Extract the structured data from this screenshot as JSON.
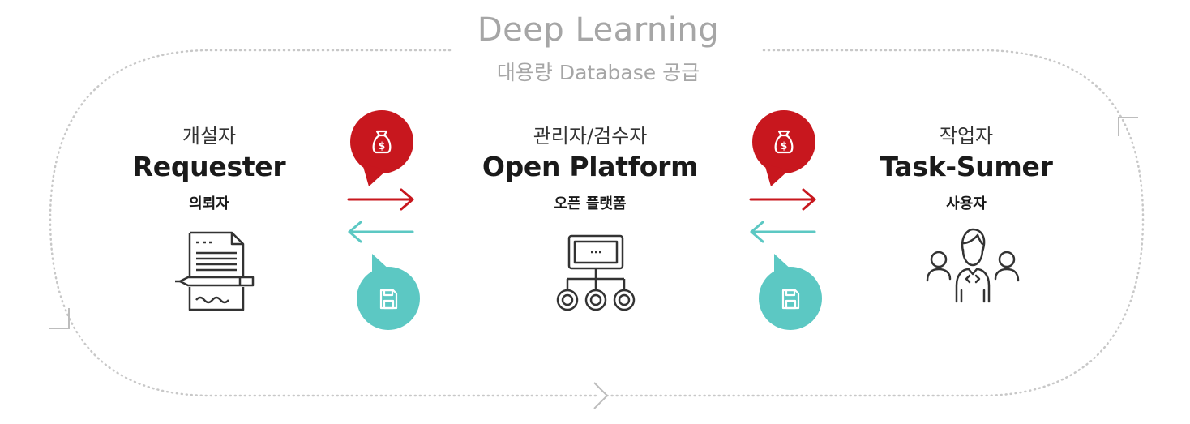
{
  "header": {
    "title": "Deep Learning",
    "subtitle": "대용량 Database 공급"
  },
  "nodes": [
    {
      "id": "requester",
      "korean_title": "개설자",
      "english_title": "Requester",
      "subtitle": "의뢰자",
      "icon": "document-pen-icon"
    },
    {
      "id": "open-platform",
      "korean_title": "관리자/검수자",
      "english_title": "Open Platform",
      "subtitle": "오픈 플랫폼",
      "icon": "network-hierarchy-icon"
    },
    {
      "id": "task-sumer",
      "korean_title": "작업자",
      "english_title": "Task-Sumer",
      "subtitle": "사용자",
      "icon": "team-users-icon"
    }
  ],
  "flows": [
    {
      "from": "requester",
      "to": "open-platform",
      "forward_icon": "money-bag-icon",
      "backward_icon": "floppy-disk-icon"
    },
    {
      "from": "open-platform",
      "to": "task-sumer",
      "forward_icon": "money-bag-icon",
      "backward_icon": "floppy-disk-icon"
    }
  ],
  "colors": {
    "payment": "#c8171e",
    "data": "#5cc8c3",
    "outline": "#c8c8c8",
    "text_dark": "#1a1a1a",
    "text_light": "#a6a6a6",
    "icon_stroke": "#333333"
  }
}
